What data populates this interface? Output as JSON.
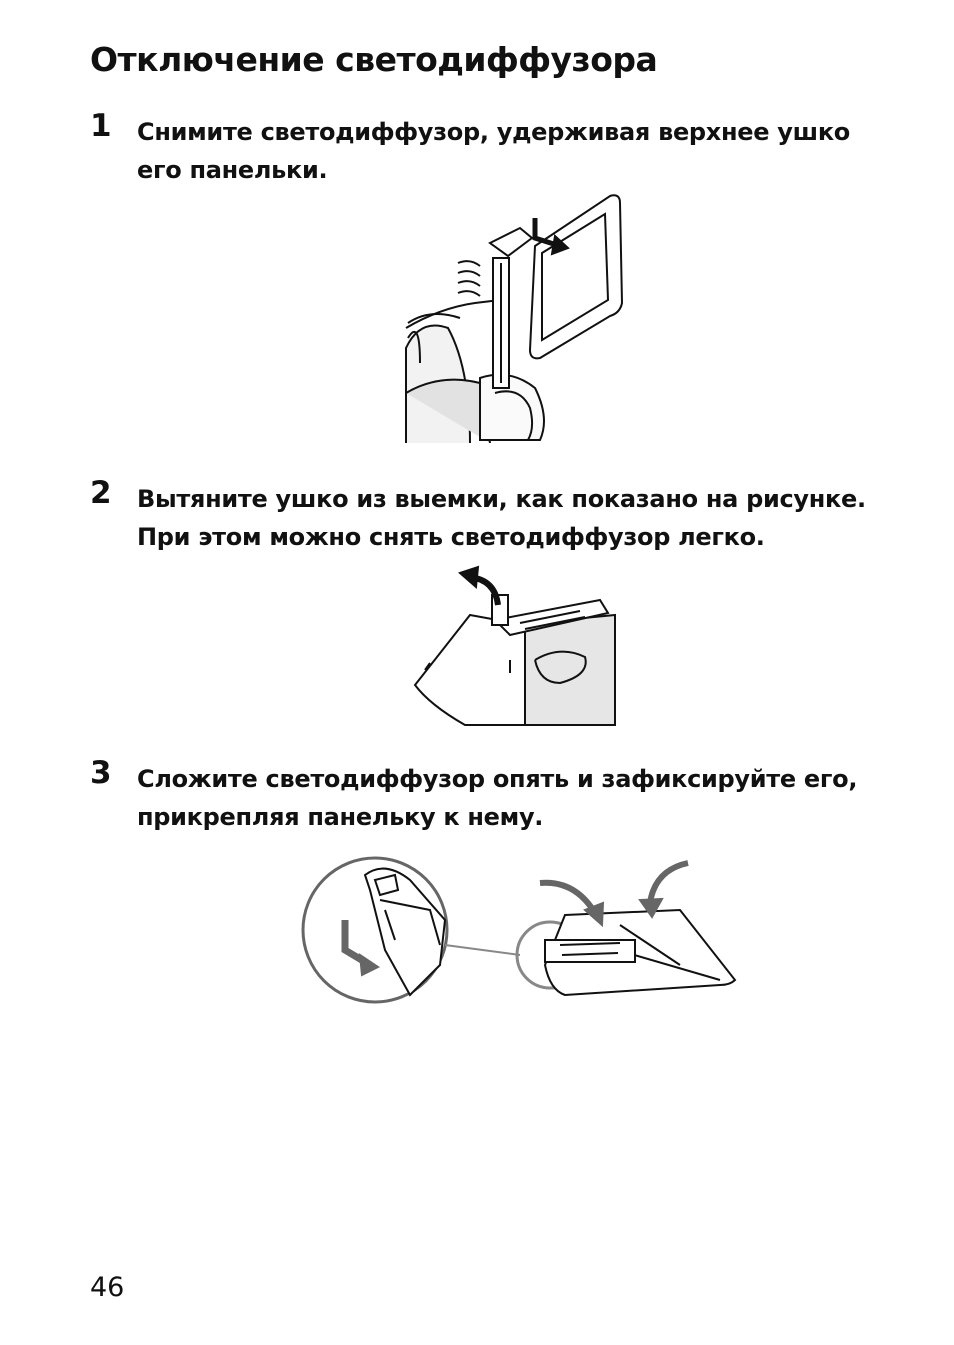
{
  "page": {
    "title": "Отключение светодиффузора",
    "page_number": "46"
  },
  "steps": [
    {
      "number": "1",
      "text": "Снимите светодиффузор, удерживая верхнее ушко его панельки."
    },
    {
      "number": "2",
      "text": "Вытяните ушко из выемки, как показано на рисунке. При этом можно снять светодиффузор легко."
    },
    {
      "number": "3",
      "text": "Сложите светодиффузор опять и зафиксируйте его, прикрепляя панельку к нему."
    }
  ],
  "icons": {
    "fig1": "diffuser-removal-illustration",
    "fig2": "tab-pull-illustration",
    "fig3": "diffuser-fold-illustration"
  }
}
